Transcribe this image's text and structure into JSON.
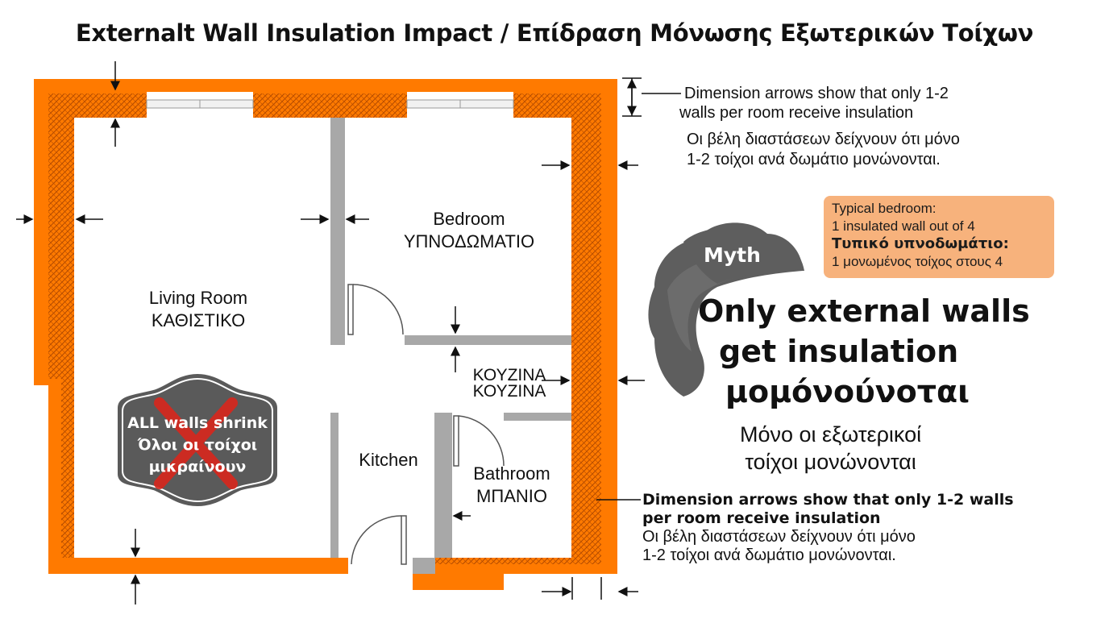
{
  "title": "Externalt Wall Insulation Impact / Επίδραση Μόνωσης Εξωτερικών Τοίχων",
  "rooms": {
    "living": {
      "en": "Living Room",
      "gr": "ΚΑΘΙΣΤΙΚΟ"
    },
    "bedroom": {
      "en": "Bedroom",
      "gr": "ΥΠΝΟΔΩΜΑΤΙΟ"
    },
    "kouzina_1": "ΚΟΥΖΙΝΑ",
    "kouzina_2": "ΚΟΥΖΙΝΑ",
    "kitchen": "Kitchen",
    "bathroom": {
      "en": "Bathroom",
      "gr": "ΜΠΑΝΙΟ"
    }
  },
  "top_note": {
    "en_1": "Dimension arrows show that only 1-2",
    "en_2": "walls per room receive insulation",
    "gr_1": "Οι βέλη διαστάσεων δείχνουν ότι μόνο",
    "gr_2": "1-2 τοίχοι ανά δωμάτιο μονώνονται."
  },
  "typical_box": {
    "line1": "Typical bedroom:",
    "line2": "1 insulated wall out of 4",
    "line3": "Τυπικό υπνοδωμάτιο:",
    "line4": "1 μονωμένος τοίχος στους 4"
  },
  "myth": {
    "tag": "Myth",
    "headline_1": "Only external walls",
    "headline_2": "get insulation",
    "headline_3": "μομόνούνοται",
    "sub_1": "Μόνο οι εξωτερικοί",
    "sub_2": "τοίχοι μονώνονται"
  },
  "badge": {
    "line1": "ALL walls shrink",
    "line2": "Όλοι οι τοίχοι",
    "line3": "μικραίνουν"
  },
  "bottom_note": {
    "en_1": "Dimension arrows show that only 1-2 walls",
    "en_2": "per room receive insulation",
    "gr_1": "Οι βέλη διαστάσεων δείχνουν ότι μόνο",
    "gr_2": "1-2 τοίχοι ανά δωμάτιο μονώνονται."
  },
  "colors": {
    "insulation": "#ff7a00",
    "hatch": "#c45400",
    "wall_grey": "#a8a8a8",
    "badge": "#5a5a5a",
    "x_mark": "#d9261c",
    "typical_box": "#f7b27c",
    "myth_blob": "#5e5e5e"
  }
}
